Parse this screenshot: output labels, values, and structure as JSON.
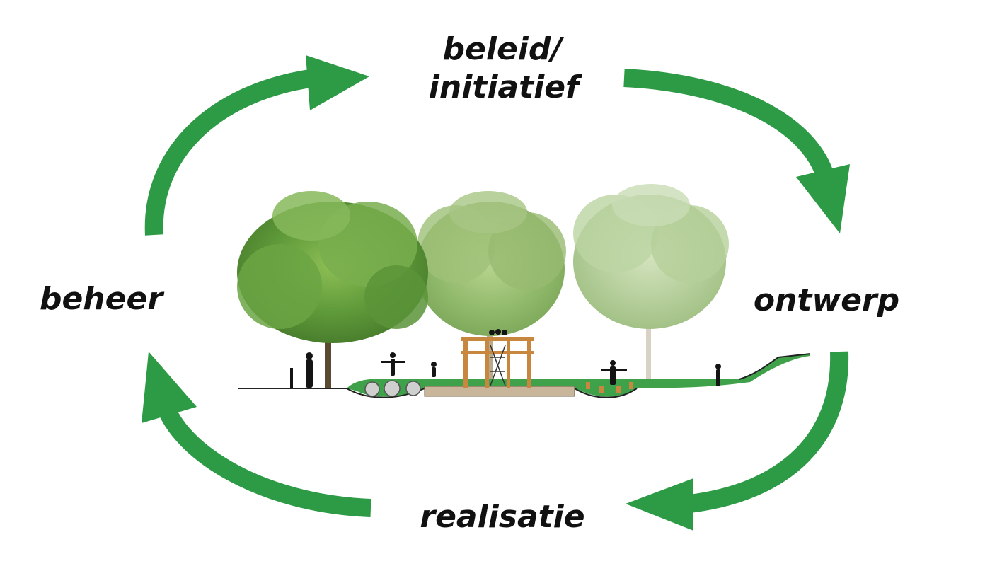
{
  "cycle": {
    "steps": [
      {
        "id": "beleid",
        "lines": [
          "beleid/",
          "initiatief"
        ]
      },
      {
        "id": "ontwerp",
        "lines": [
          "ontwerp"
        ]
      },
      {
        "id": "realisatie",
        "lines": [
          "realisatie"
        ]
      },
      {
        "id": "beheer",
        "lines": [
          "beheer"
        ]
      }
    ],
    "arrow_count": 4,
    "direction": "clockwise"
  },
  "colors": {
    "arrow": "#2d9a46",
    "text": "#111111",
    "grass": "#3fa14a",
    "ground_line": "#222222",
    "wood": "#c8873f",
    "silhouette": "#141414"
  },
  "illustration": {
    "description_icon": "park-playground-cross-section-icon",
    "trees": 3
  }
}
